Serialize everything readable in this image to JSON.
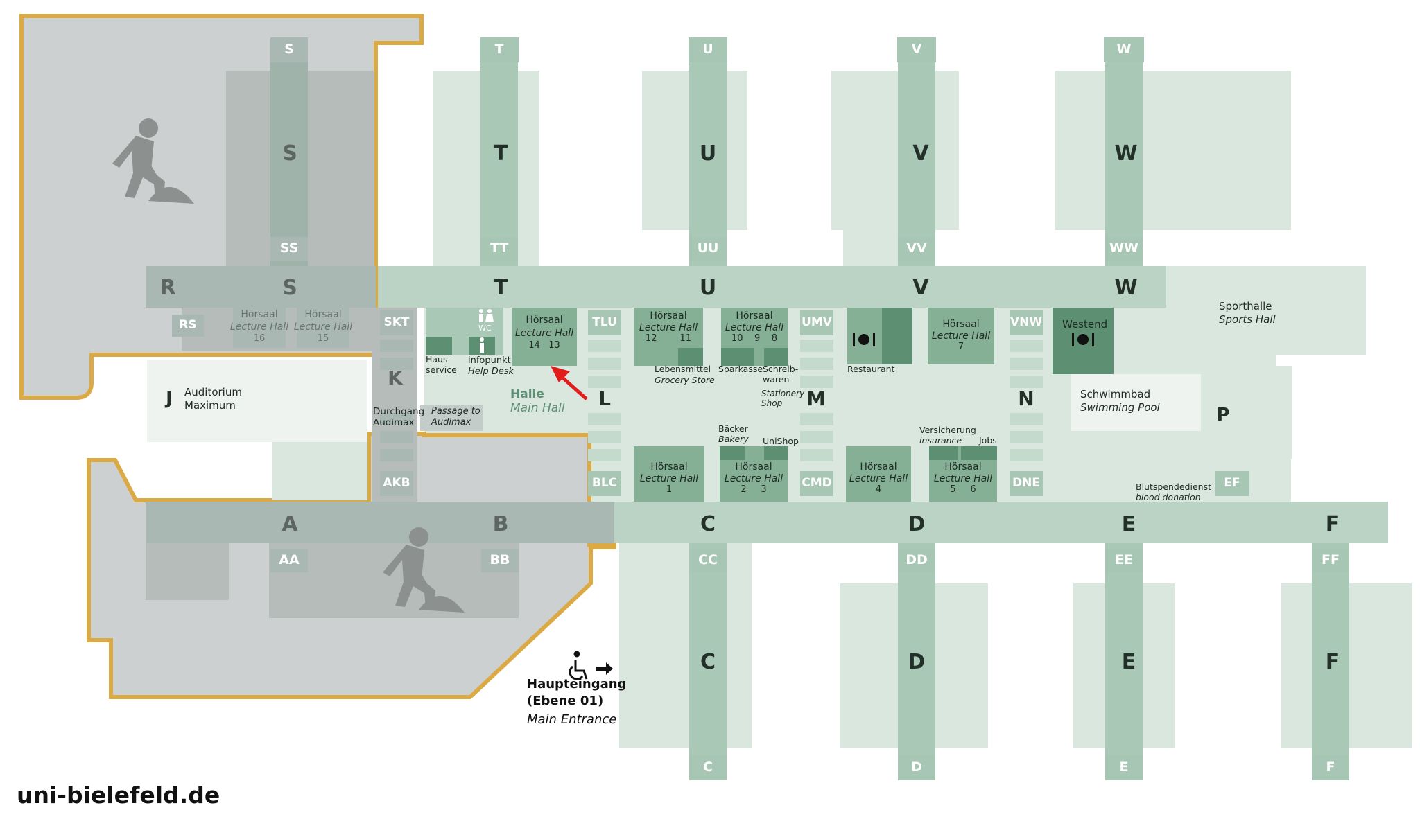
{
  "map": {
    "website": "uni-bielefeld.de",
    "construction_icon": "construction-worker-icon",
    "corridors": {
      "north": [
        "R",
        "S",
        "T",
        "U",
        "V",
        "W"
      ],
      "south": [
        "A",
        "B",
        "C",
        "D",
        "E",
        "F"
      ]
    },
    "building_labels": {
      "S": "S",
      "T": "T",
      "U": "U",
      "V": "V",
      "W": "W",
      "C": "C",
      "D": "D",
      "E": "E",
      "F": "F",
      "J": "J",
      "K": "K",
      "L": "L",
      "M": "M",
      "N": "N",
      "P": "P"
    },
    "axis_tags": {
      "top": [
        "S",
        "T",
        "U",
        "V",
        "W"
      ],
      "upper_joints": [
        "SS",
        "TT",
        "UU",
        "VV",
        "WW"
      ],
      "lower_joints": [
        "AA",
        "BB",
        "CC",
        "DD",
        "EE",
        "FF"
      ],
      "bottom": [
        "C",
        "D",
        "E",
        "F"
      ],
      "vertical": [
        "RS",
        "SKT",
        "AKB",
        "TLU",
        "BLC",
        "UMV",
        "CMD",
        "VNW",
        "DNE",
        "EF"
      ]
    },
    "lecture_halls": [
      {
        "title": "Hörsaal",
        "sub": "Lecture Hall",
        "nums": "16"
      },
      {
        "title": "Hörsaal",
        "sub": "Lecture Hall",
        "nums": "15"
      },
      {
        "title": "Hörsaal",
        "sub": "Lecture Hall",
        "nums": "14   13"
      },
      {
        "title": "Hörsaal",
        "sub": "Lecture Hall",
        "nums": "12        11"
      },
      {
        "title": "Hörsaal",
        "sub": "Lecture Hall",
        "nums": "10    9    8"
      },
      {
        "title": "Hörsaal",
        "sub": "Lecture Hall",
        "nums": "7"
      },
      {
        "title": "Hörsaal",
        "sub": "Lecture Hall",
        "nums": "1"
      },
      {
        "title": "Hörsaal",
        "sub": "Lecture Hall",
        "nums": "2     3"
      },
      {
        "title": "Hörsaal",
        "sub": "Lecture Hall",
        "nums": "4"
      },
      {
        "title": "Hörsaal",
        "sub": "Lecture Hall",
        "nums": "5     6"
      }
    ],
    "facilities": {
      "auditorium": [
        "Auditorium",
        "Maximum"
      ],
      "passage_de": [
        "Durchgang",
        "Audimax"
      ],
      "passage_en": [
        "Passage to",
        "Audimax"
      ],
      "hausservice": [
        "Haus-",
        "service"
      ],
      "wc": "WC",
      "infopunkt": "infopunkt",
      "help_desk": "Help Desk",
      "main_hall_de": "Halle",
      "main_hall_en": "Main Hall",
      "grocery_de": "Lebensmittel",
      "grocery_en": "Grocery Store",
      "sparkasse": "Sparkasse",
      "stationery_de": [
        "Schreib-",
        "waren"
      ],
      "stationery_en": [
        "Stationery",
        "Shop"
      ],
      "restaurant": "Restaurant",
      "westend": "Westend",
      "sports_hall_de": "Sporthalle",
      "sports_hall_en": "Sports Hall",
      "pool_de": "Schwimmbad",
      "pool_en": "Swimming Pool",
      "bakery_de": "Bäcker",
      "bakery_en": "Bakery",
      "unishop": "UniShop",
      "insurance_de": "Versicherung",
      "insurance_en": "insurance",
      "jobs": "Jobs",
      "blood_de": "Blutspendedienst",
      "blood_en": "blood donation"
    },
    "entrance": {
      "title": "Haupteingang",
      "level": "(Ebene 01)",
      "sub": "Main Entrance"
    },
    "colors": {
      "wing_light": "#dae7df",
      "wing_mid": "#c3dacd",
      "corridor": "#bad3c4",
      "spine": "#a9c8b6",
      "tag": "#a7c6b3",
      "room": "#86b096",
      "room_dark": "#5d9073",
      "construction_fill": "#ccd0d0",
      "construction_border": "#dcaa45",
      "construction_wing": "#b5bcb9",
      "highlight_arrow": "#e21b1b",
      "accent_green_text": "#5e8f75"
    }
  }
}
